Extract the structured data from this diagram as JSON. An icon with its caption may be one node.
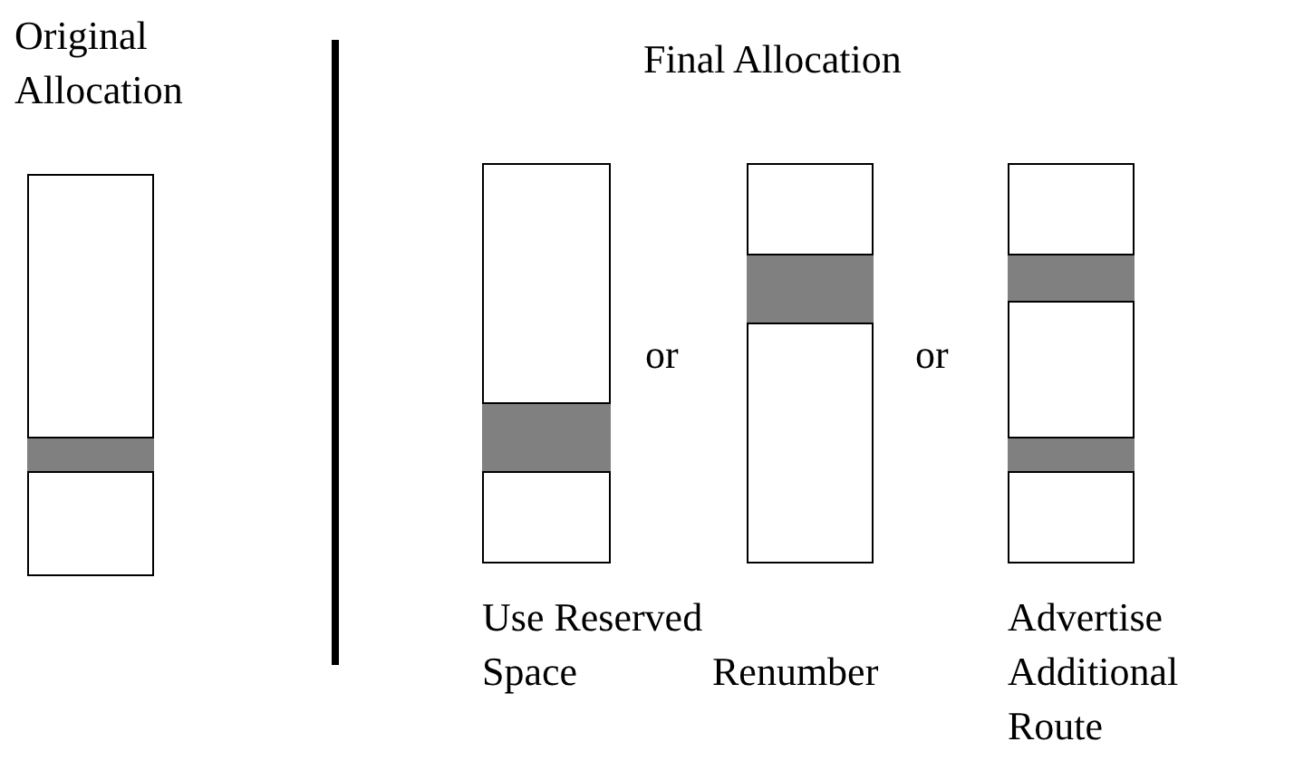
{
  "diagram": {
    "nodes": [
      {
        "text": [],
        "shape": "bar"
      },
      {
        "text": [],
        "shape": "band",
        "in": 0
      },
      {
        "text": [],
        "shape": "bar",
        "beside": [
          "Use Reserved Space"
        ]
      },
      {
        "text": [],
        "shape": "band",
        "in": 2
      },
      {
        "text": [],
        "shape": "bar",
        "beside": [
          "Renumber"
        ]
      },
      {
        "text": [],
        "shape": "band",
        "in": 4
      },
      {
        "text": [],
        "shape": "bar",
        "beside": [
          "Advertise Additional Route"
        ]
      },
      {
        "text": [],
        "shape": "band",
        "in": 6
      },
      {
        "text": [],
        "shape": "band",
        "in": 6
      }
    ],
    "edges": [],
    "labels": [
      "Original Allocation",
      "Final Allocation",
      "or",
      "or"
    ]
  }
}
